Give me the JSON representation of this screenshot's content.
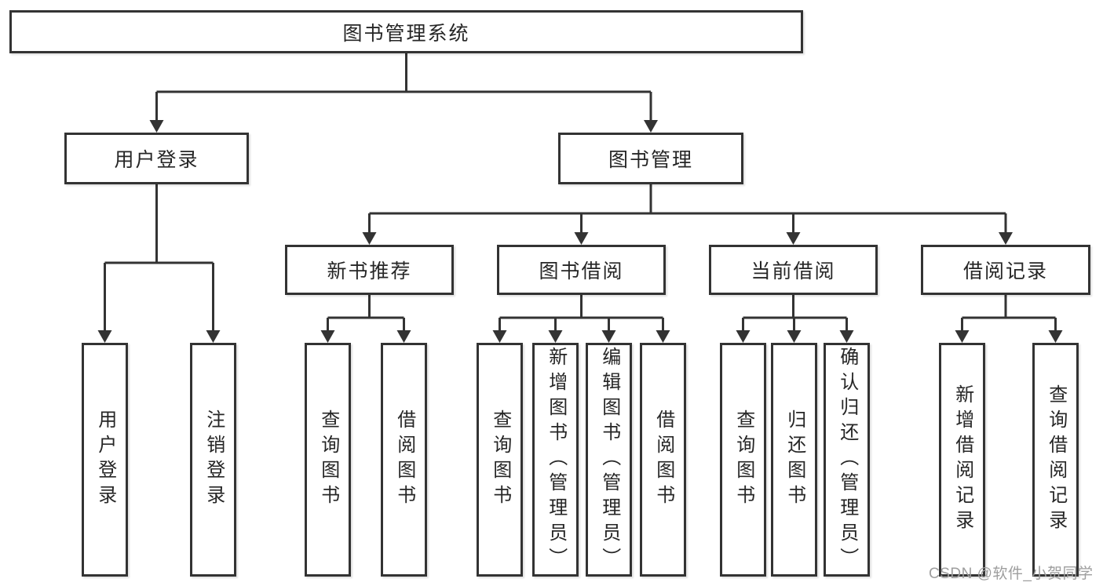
{
  "diagram_type": "functional-structure-tree",
  "colors": {
    "line": "#333333",
    "box_border": "#333333",
    "box_fill": "#ffffff",
    "text": "#262626",
    "watermark": "#9e9e9e"
  },
  "tree": {
    "label": "图书管理系统",
    "children": [
      {
        "label": "用户登录",
        "children": [
          {
            "label": "用户登录"
          },
          {
            "label": "注销登录"
          }
        ]
      },
      {
        "label": "图书管理",
        "children": [
          {
            "label": "新书推荐",
            "children": [
              {
                "label": "查询图书"
              },
              {
                "label": "借阅图书"
              }
            ]
          },
          {
            "label": "图书借阅",
            "children": [
              {
                "label": "查询图书"
              },
              {
                "label": "新增图书（管理员）"
              },
              {
                "label": "编辑图书（管理员）"
              },
              {
                "label": "借阅图书"
              }
            ]
          },
          {
            "label": "当前借阅",
            "children": [
              {
                "label": "查询图书"
              },
              {
                "label": "归还图书"
              },
              {
                "label": "确认归还（管理员）"
              }
            ]
          },
          {
            "label": "借阅记录",
            "children": [
              {
                "label": "新增借阅记录"
              },
              {
                "label": "查询借阅记录"
              }
            ]
          }
        ]
      }
    ]
  },
  "watermark": {
    "text": "CSDN @软件_小贺同学"
  }
}
